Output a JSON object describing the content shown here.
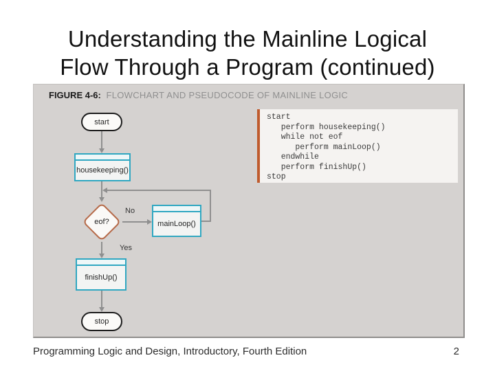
{
  "slide": {
    "title_line1": "Understanding the Mainline Logical",
    "title_line2": "Flow Through a Program (continued)",
    "footer": "Programming Logic and Design, Introductory, Fourth Edition",
    "page_number": "2"
  },
  "figure": {
    "caption_label": "FIGURE 4-6:",
    "caption_text": "FLOWCHART AND PSEUDOCODE OF MAINLINE LOGIC",
    "flowchart": {
      "start_label": "start",
      "housekeeping_label": "housekeeping()",
      "decision_label": "eof?",
      "no_label": "No",
      "mainloop_label": "mainLoop()",
      "yes_label": "Yes",
      "finishup_label": "finishUp()",
      "stop_label": "stop"
    },
    "pseudocode": {
      "lines": "start\n   perform housekeeping()\n   while not eof\n      perform mainLoop()\n   endwhile\n   perform finishUp()\nstop"
    },
    "colors": {
      "process_border": "#2fa7c1",
      "decision_border": "#b66b4a",
      "code_accent_bar": "#bf5b2d",
      "figure_background": "#d5d2d0",
      "connector": "#8f8f8f"
    }
  }
}
